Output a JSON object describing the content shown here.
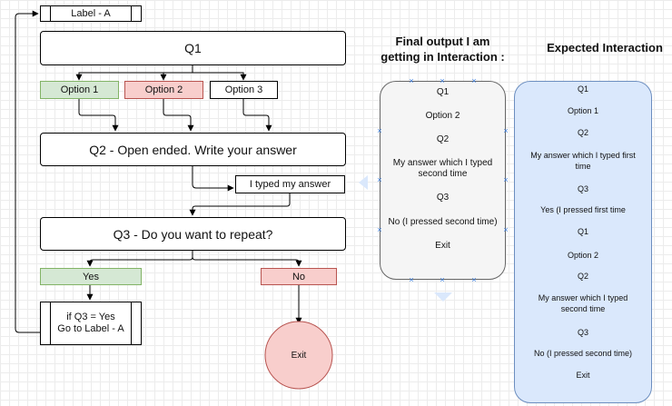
{
  "flowchart": {
    "label_a": "Label - A",
    "q1": "Q1",
    "option1": "Option 1",
    "option2": "Option 2",
    "option3": "Option 3",
    "q2": "Q2 - Open ended. Write your answer",
    "typed_answer": "I typed my answer",
    "q3": "Q3 - Do you want to repeat?",
    "yes": "Yes",
    "no": "No",
    "if_line1": "if Q3 =  Yes",
    "if_line2": "Go to Label - A",
    "exit": "Exit"
  },
  "final_output": {
    "title_line1": "Final output I am",
    "title_line2": "getting in Interaction :",
    "items": [
      "Q1",
      "Option 2",
      "Q2",
      "My answer which I typed",
      "second time",
      "Q3",
      "No (I pressed second time)",
      "Exit"
    ]
  },
  "expected": {
    "title": "Expected Interaction",
    "items": [
      "Q1",
      "Option 1",
      "Q2",
      "My answer which I typed first",
      "time",
      "Q3",
      "Yes (I pressed first time",
      "Q1",
      "Option 2",
      "Q2",
      "My answer which I typed",
      "second time",
      "Q3",
      "No (I pressed second time)",
      "Exit"
    ]
  },
  "colors": {
    "green_fill": "#d5e8d4",
    "green_stroke": "#82b366",
    "red_fill": "#f8cecc",
    "red_stroke": "#b85450",
    "grey_panel": "#f5f5f5",
    "blue_panel": "#dae8fc",
    "blue_stroke": "#6c8ebf",
    "selection_marker": "#3b7ddd"
  }
}
